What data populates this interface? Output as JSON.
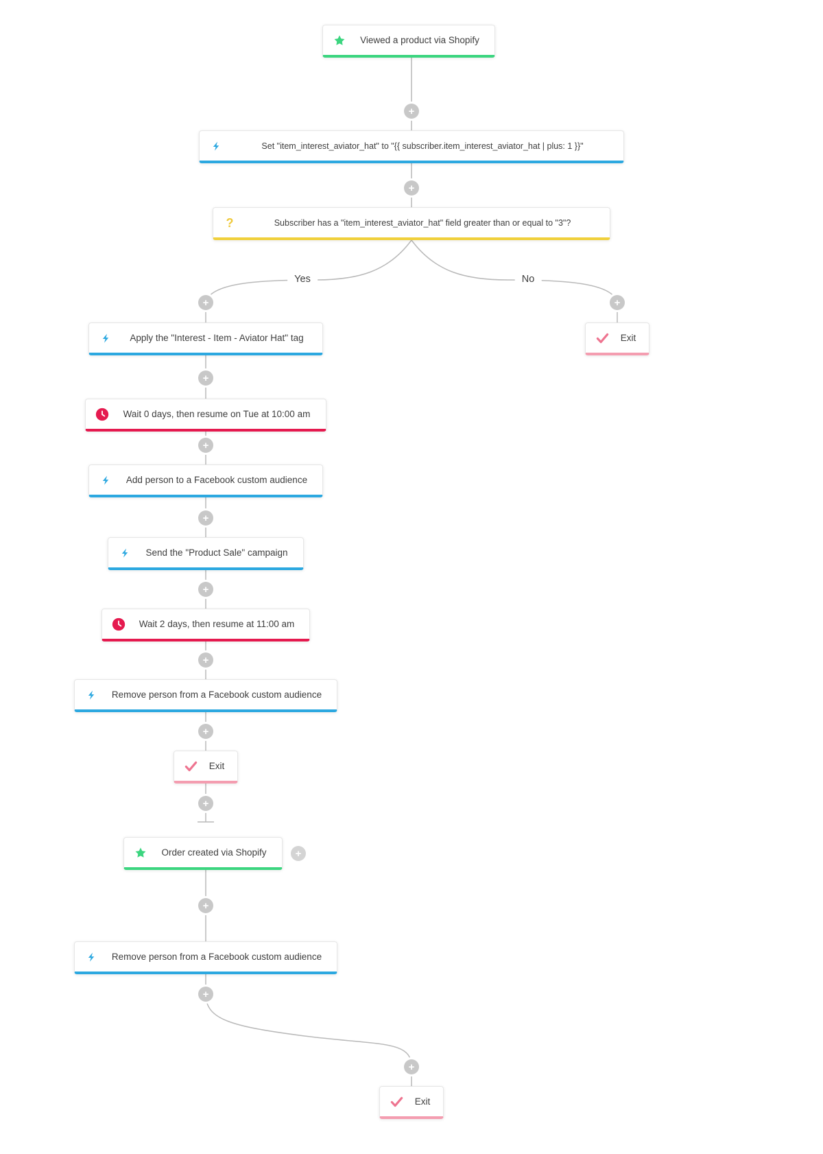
{
  "branch_labels": {
    "yes": "Yes",
    "no": "No"
  },
  "glyphs": {
    "plus": "+",
    "question": "?"
  },
  "colors": {
    "trigger_green": "#3bd57f",
    "action_blue": "#2ca8e0",
    "decision_yellow": "#f0d03c",
    "wait_red": "#e51a4f",
    "exit_pink": "#f49db0",
    "connector_gray": "#b9b9b9"
  },
  "icons": {
    "trigger": "star-icon",
    "action": "lightning-icon",
    "decision": "question-icon",
    "wait": "clock-icon",
    "exit": "check-icon",
    "add_step": "plus-icon"
  },
  "nodes": [
    {
      "id": "trigger-viewed-product",
      "type": "trigger",
      "label": "Viewed a product via Shopify"
    },
    {
      "id": "action-set-field",
      "type": "action",
      "label": "Set \"item_interest_aviator_hat\" to \"{{ subscriber.item_interest_aviator_hat | plus: 1 }}\""
    },
    {
      "id": "decision-field-threshold",
      "type": "decision",
      "label": "Subscriber has a \"item_interest_aviator_hat\" field greater than or equal to \"3\"?"
    },
    {
      "id": "action-apply-tag",
      "type": "action",
      "label": "Apply the \"Interest - Item - Aviator Hat\" tag"
    },
    {
      "id": "wait-0-days",
      "type": "wait",
      "label": "Wait 0 days, then resume on Tue at 10:00 am"
    },
    {
      "id": "action-add-facebook-audience",
      "type": "action",
      "label": "Add person to a Facebook custom audience"
    },
    {
      "id": "action-send-campaign",
      "type": "action",
      "label": "Send the \"Product Sale\" campaign"
    },
    {
      "id": "wait-2-days",
      "type": "wait",
      "label": "Wait 2 days, then resume at 11:00 am"
    },
    {
      "id": "action-remove-facebook-audience",
      "type": "action",
      "label": "Remove person from a Facebook custom audience"
    },
    {
      "id": "exit-yes-branch",
      "type": "exit",
      "label": "Exit"
    },
    {
      "id": "exit-no-branch",
      "type": "exit",
      "label": "Exit"
    },
    {
      "id": "trigger-order-created",
      "type": "trigger",
      "label": "Order created via Shopify"
    },
    {
      "id": "action-remove-facebook-audience-2",
      "type": "action",
      "label": "Remove person from a Facebook custom audience"
    },
    {
      "id": "exit-final",
      "type": "exit",
      "label": "Exit"
    }
  ]
}
